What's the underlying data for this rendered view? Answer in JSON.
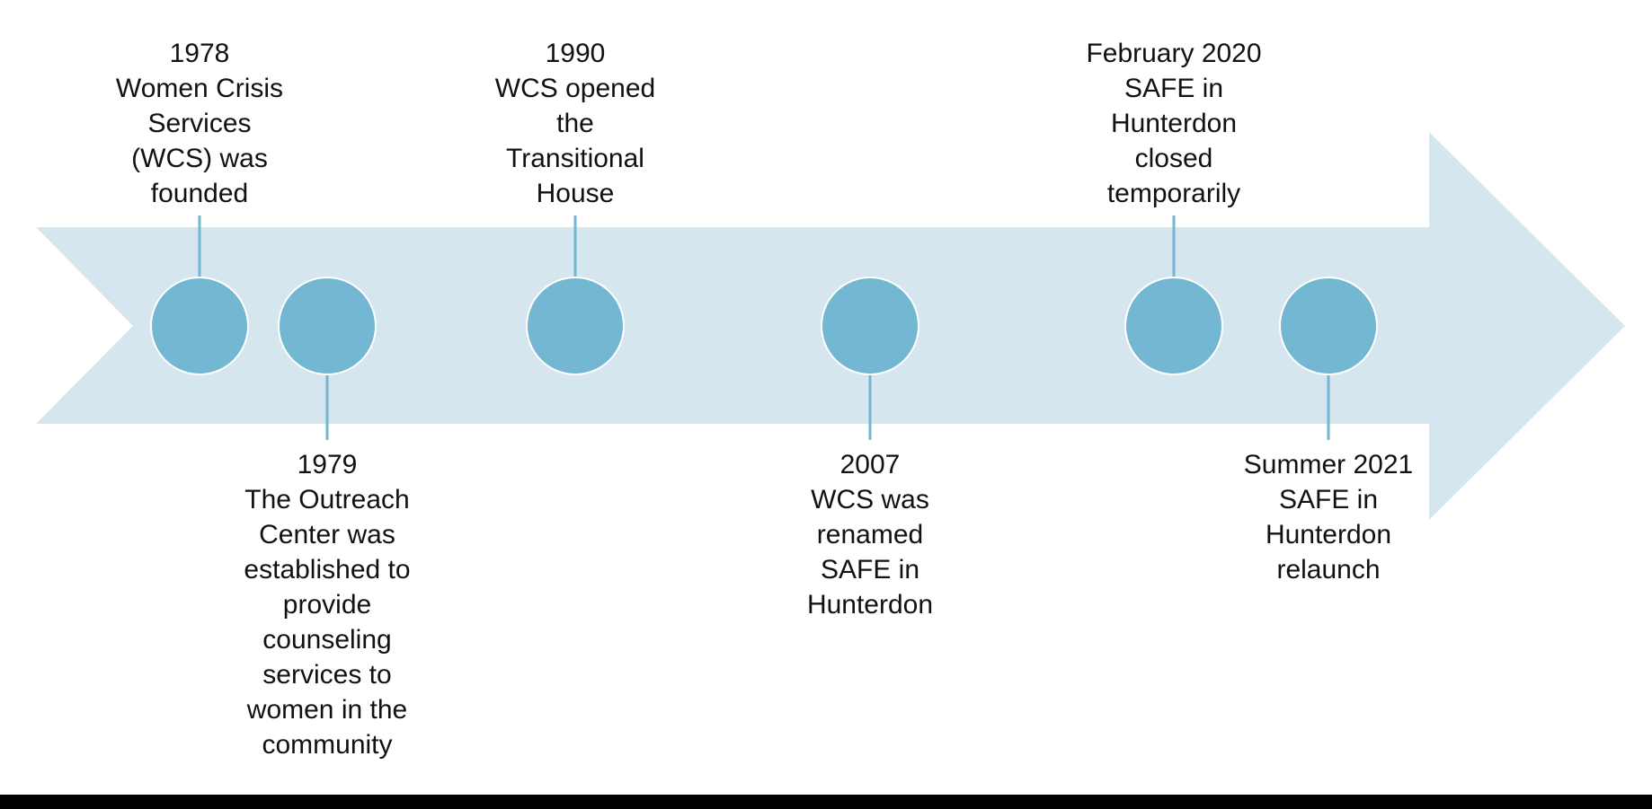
{
  "timeline": {
    "colors": {
      "arrow": "#d6e6ee",
      "circle": "#73b7d2",
      "circle_stroke": "#ffffff",
      "connector": "#73b7d2",
      "text": "#111111"
    },
    "events": [
      {
        "position": "above",
        "year": "1978",
        "lines": [
          "1978",
          "Women Crisis",
          "Services",
          "(WCS) was",
          "founded"
        ]
      },
      {
        "position": "below",
        "year": "1979",
        "lines": [
          "1979",
          "The Outreach",
          "Center was",
          "established to",
          "provide",
          "counseling",
          "services to",
          "women in the",
          "community"
        ]
      },
      {
        "position": "above",
        "year": "1990",
        "lines": [
          "1990",
          "WCS opened",
          "the",
          "Transitional",
          "House"
        ]
      },
      {
        "position": "below",
        "year": "2007",
        "lines": [
          "2007",
          "WCS was",
          "renamed",
          "SAFE in",
          "Hunterdon"
        ]
      },
      {
        "position": "above",
        "year": "February 2020",
        "lines": [
          "February 2020",
          "SAFE in",
          "Hunterdon",
          "closed",
          "temporarily"
        ]
      },
      {
        "position": "below",
        "year": "Summer 2021",
        "lines": [
          "Summer 2021",
          "SAFE in",
          "Hunterdon",
          "relaunch"
        ]
      }
    ]
  }
}
